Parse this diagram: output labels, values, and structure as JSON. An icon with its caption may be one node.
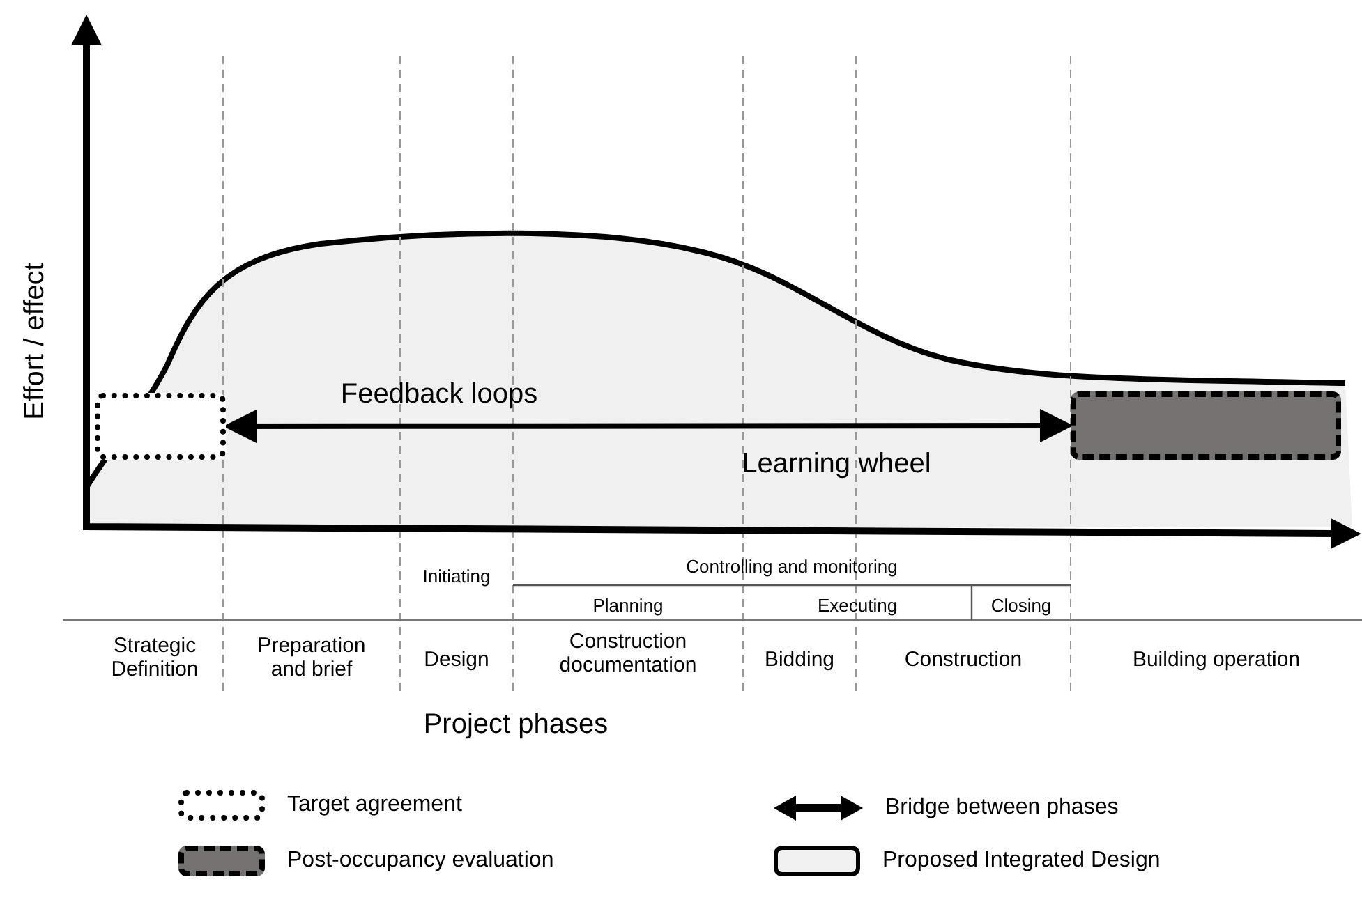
{
  "diagram": {
    "nodes": [
      {
        "text": [],
        "shape": "box"
      },
      {
        "text": [],
        "shape": "box"
      }
    ],
    "edges": [
      {
        "from": 0,
        "to": 1,
        "arrow": "both"
      }
    ],
    "labels": [
      "Effort / effect",
      "Feedback loops",
      "Learning wheel",
      "Initiating",
      "Controlling and monitoring",
      "Planning",
      "Executing",
      "Closing",
      "Strategic Definition",
      "Preparation and brief",
      "Design",
      "Construction documentation",
      "Bidding",
      "Construction",
      "Building operation",
      "Project phases"
    ],
    "legend": [
      {
        "text": "Target agreement"
      },
      {
        "text": "Post-occupancy evaluation",
        "color": "#767171"
      },
      {
        "text": "Bridge between phases"
      },
      {
        "text": "Proposed Integrated Design",
        "color": "#f0f0f0"
      }
    ]
  }
}
